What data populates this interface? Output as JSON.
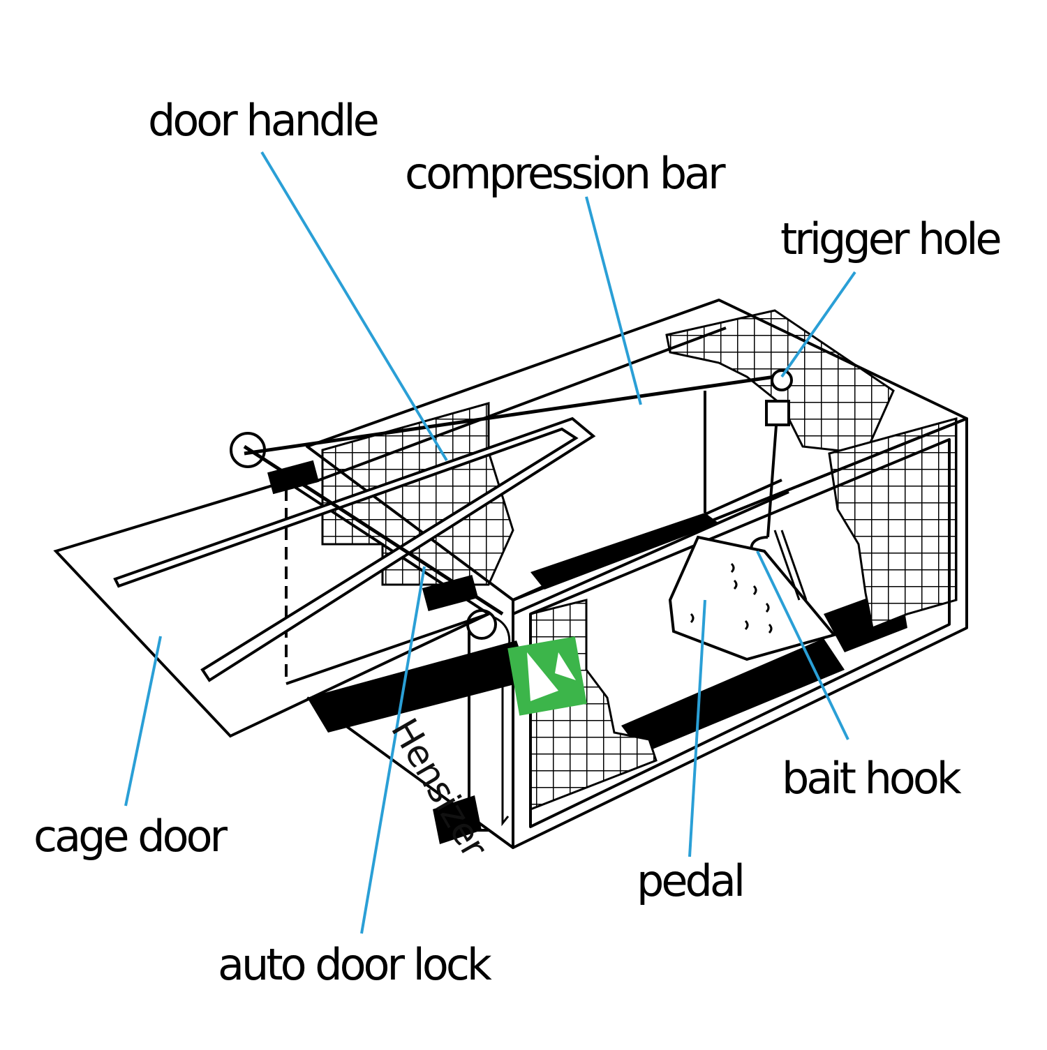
{
  "labels": {
    "door_handle": "door handle",
    "compression_bar": "compression bar",
    "trigger_hole": "trigger hole",
    "bait_hook": "bait hook",
    "pedal": "pedal",
    "cage_door": "cage door",
    "auto_door_lock": "auto door lock"
  },
  "watermark": {
    "text": "Hensizer"
  },
  "colors": {
    "leader_line": "#2a9fd6",
    "outline": "#000000",
    "logo_green": "#3cb54a"
  }
}
